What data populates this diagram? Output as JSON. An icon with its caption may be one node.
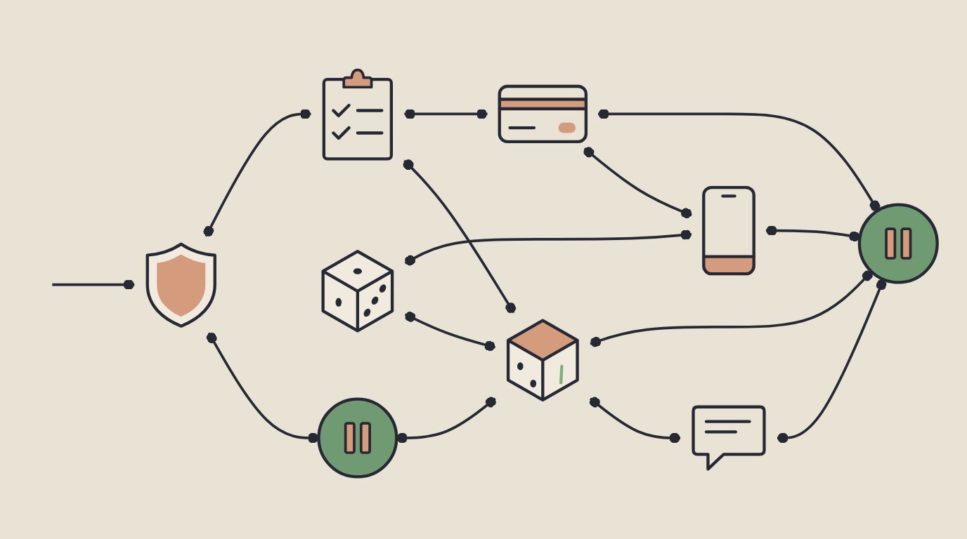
{
  "diagram": {
    "nodes": [
      {
        "text": [],
        "shape": "picture"
      },
      {
        "text": [],
        "shape": "picture"
      },
      {
        "text": [],
        "shape": "picture"
      },
      {
        "text": [],
        "shape": "picture"
      },
      {
        "text": [],
        "shape": "picture"
      },
      {
        "text": [],
        "shape": "circle"
      },
      {
        "text": [],
        "shape": "circle"
      },
      {
        "text": [],
        "shape": "picture"
      },
      {
        "text": [],
        "shape": "picture"
      }
    ],
    "edges": [
      {
        "from": null,
        "to": 1,
        "arrow": "other"
      },
      {
        "from": 1,
        "to": 2,
        "arrow": "other"
      },
      {
        "from": 2,
        "to": 0,
        "arrow": "other"
      },
      {
        "from": 0,
        "to": 5,
        "arrow": "other"
      },
      {
        "from": 0,
        "to": 4,
        "arrow": "other"
      },
      {
        "from": 3,
        "to": 4,
        "arrow": "other"
      },
      {
        "from": 4,
        "to": 5,
        "arrow": "other"
      },
      {
        "from": 1,
        "to": 6,
        "arrow": "other"
      },
      {
        "from": 3,
        "to": 7,
        "arrow": "other"
      },
      {
        "from": 7,
        "to": 5,
        "arrow": "other"
      },
      {
        "from": 6,
        "to": 7,
        "arrow": "other"
      },
      {
        "from": 2,
        "to": 7,
        "arrow": "other"
      },
      {
        "from": 7,
        "to": 8,
        "arrow": "other"
      },
      {
        "from": 8,
        "to": 5,
        "arrow": "other"
      }
    ]
  }
}
